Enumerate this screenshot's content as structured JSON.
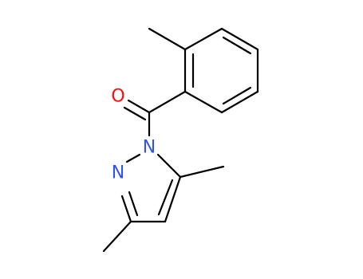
{
  "molecule": {
    "atoms": {
      "oxygen": {
        "symbol": "O",
        "color": "#ff0d0d"
      },
      "n1": {
        "symbol": "N",
        "color": "#3050f8"
      },
      "n2": {
        "symbol": "N",
        "color": "#3050f8"
      }
    },
    "bond_color": "#000000"
  }
}
